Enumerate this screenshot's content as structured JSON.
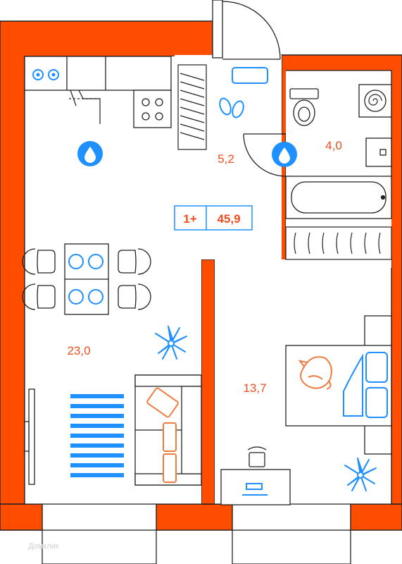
{
  "plan": {
    "badge": {
      "rooms": "1+",
      "total_area": "45,9"
    },
    "rooms": [
      {
        "id": "living",
        "area": "23,0"
      },
      {
        "id": "hall",
        "area": "5,2"
      },
      {
        "id": "bath",
        "area": "4,0"
      },
      {
        "id": "bedroom",
        "area": "13,7"
      }
    ],
    "watermark": "Домклик",
    "colors": {
      "wall": "#ff4d00",
      "line": "#222222",
      "accent_blue": "#1e90ff",
      "label": "#f04e1f"
    },
    "icons": [
      "water-drop-icon",
      "slippers-icon",
      "plant-icon",
      "cat-icon",
      "toilet-icon",
      "washing-machine-icon",
      "bathtub-icon",
      "sink-icon",
      "stove-icon",
      "bed-icon",
      "sofa-icon",
      "rug-icon",
      "dining-table-icon",
      "desk-icon",
      "wardrobe-icon"
    ]
  }
}
